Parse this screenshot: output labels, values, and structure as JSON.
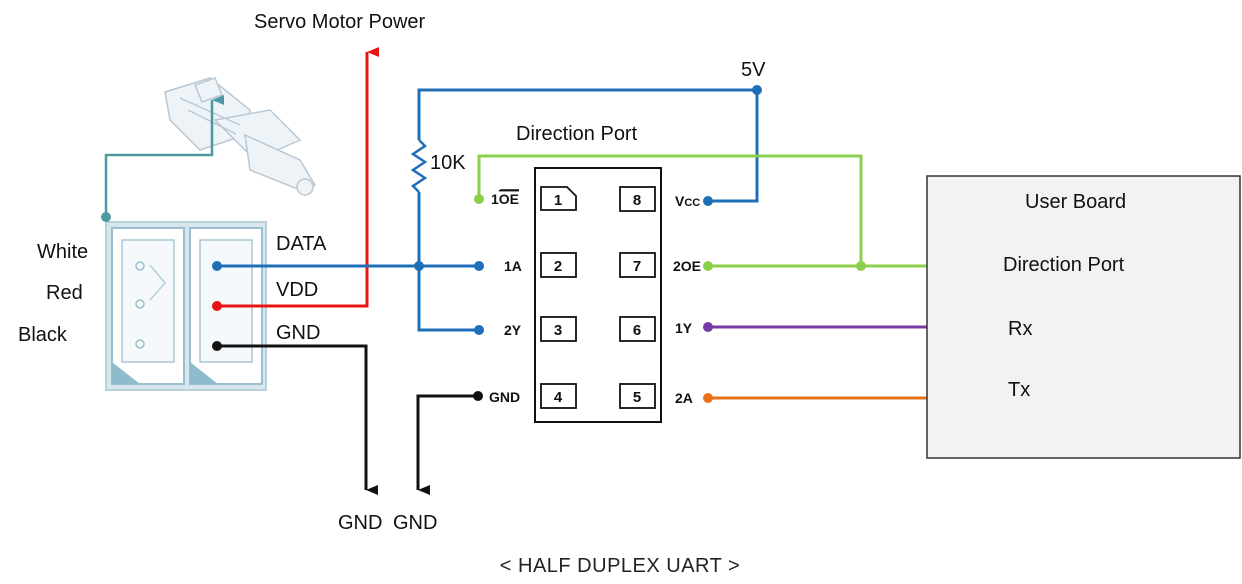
{
  "labels": {
    "servo_power": "Servo Motor Power",
    "five_v": "5V",
    "resistor": "10K",
    "direction_port_top": "Direction Port",
    "wire_white": "White",
    "wire_red": "Red",
    "wire_black": "Black",
    "data": "DATA",
    "vdd": "VDD",
    "gnd_conn": "GND",
    "gnd_ground_1": "GND",
    "gnd_ground_2": "GND",
    "caption": "< HALF DUPLEX UART >"
  },
  "chip": {
    "pins": [
      {
        "num": "1",
        "name_prefix": "1",
        "name_overline": "OE",
        "name": "1OE"
      },
      {
        "num": "2",
        "name": "1A"
      },
      {
        "num": "3",
        "name": "2Y"
      },
      {
        "num": "4",
        "name": "GND"
      },
      {
        "num": "8",
        "name_main": "V",
        "name_sub": "CC",
        "name": "VCC"
      },
      {
        "num": "7",
        "name": "2OE"
      },
      {
        "num": "6",
        "name": "1Y"
      },
      {
        "num": "5",
        "name": "2A"
      }
    ]
  },
  "user_board": {
    "title": "User Board",
    "ports": [
      "Direction Port",
      "Rx",
      "Tx"
    ]
  },
  "colors": {
    "blue": "#1f6fb8",
    "red": "#e81313",
    "green": "#8ccf4d",
    "purple": "#7a3aa6",
    "orange": "#e8721c",
    "black": "#111111",
    "teal": "#4e9aa3"
  }
}
